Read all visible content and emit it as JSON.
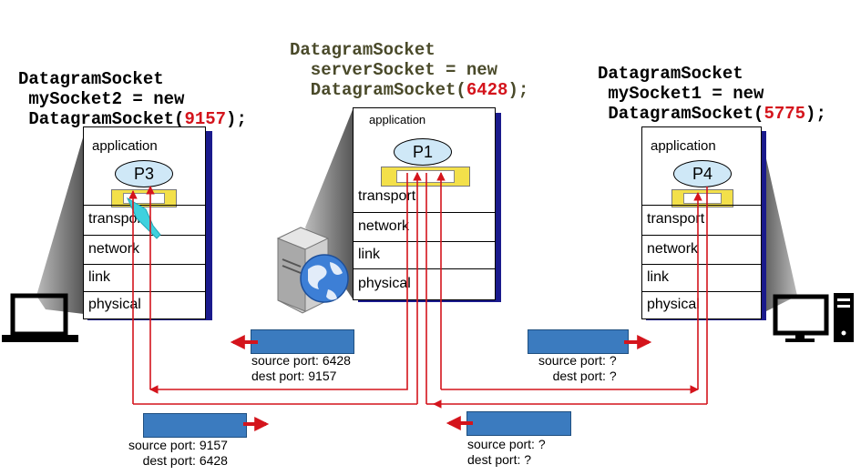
{
  "code_left": {
    "l1": "DatagramSocket",
    "l2": " mySocket2 = new",
    "l3a": " DatagramSocket(",
    "num": "9157",
    "l3b": ");"
  },
  "code_center": {
    "l1": "DatagramSocket",
    "l2": "  serverSocket = new",
    "l3a": "  DatagramSocket(",
    "num": "6428",
    "l3b": ");"
  },
  "code_right": {
    "l1": "DatagramSocket",
    "l2": " mySocket1 = new",
    "l3a": " DatagramSocket(",
    "num": "5775",
    "l3b": ");"
  },
  "left_host": {
    "application": "application",
    "process": "P3",
    "transport": "transport",
    "network": "network",
    "link": "link",
    "physical": "physical"
  },
  "center_host": {
    "application": "application",
    "process": "P1",
    "transport": "transport",
    "network": "network",
    "link": "link",
    "physical": "physical"
  },
  "right_host": {
    "application": "application",
    "process": "P4",
    "transport": "transport",
    "network": "network",
    "link": "link",
    "physical": "physical"
  },
  "segments": [
    {
      "src": "source port: 6428",
      "dst": "dest port: 9157"
    },
    {
      "src": "source port: ?",
      "dst": "dest port: ?"
    },
    {
      "src": "source port: 9157",
      "dst": "dest port: 6428"
    },
    {
      "src": "source port: ?",
      "dst": "dest port: ?"
    }
  ],
  "colors": {
    "arrow": "#d4141c",
    "segment": "#3b7bbf",
    "socket": "#f3e04a",
    "process": "#cfe8f7",
    "stack_shadow": "#1a1a8c"
  }
}
